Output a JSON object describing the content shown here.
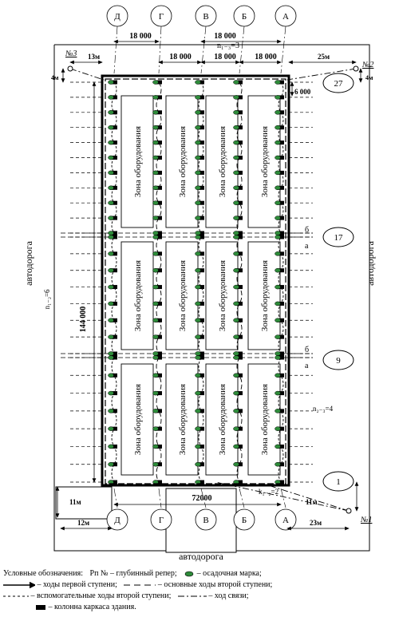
{
  "axes_top": [
    "Д",
    "Г",
    "В",
    "Б",
    "А"
  ],
  "axes_bottom": [
    "Д",
    "Г",
    "В",
    "Б",
    "А"
  ],
  "bay_dim_upper": [
    "18 000",
    "18 000"
  ],
  "bay_dim_lower": [
    "18 000",
    "18 000",
    "18 000"
  ],
  "n_top": "n₁₋₃=3",
  "n_left": "n₁₋₂=6",
  "n_right": "n₂₋₃=4",
  "k_label": "k₁₋₂=2",
  "length_dim": "144 000",
  "width_dim": "72000",
  "top_right_dim": "6 000",
  "zone_label": "Зона оборудования",
  "road_label": "автодорога",
  "row_markers": [
    "27",
    "17",
    "9",
    "1"
  ],
  "joint_labels": [
    "б",
    "а"
  ],
  "reper_labels": {
    "r3": "№3",
    "r2": "№2",
    "r1": "№1"
  },
  "dims": {
    "d13": "13м",
    "d25": "25м",
    "d4l": "4м",
    "d4r": "4м",
    "d11l": "11м",
    "d11r": "11м",
    "d12": "12м",
    "d23": "23м"
  },
  "legend": {
    "title": "Условные обозначения:",
    "reper": "Рп № – глубинный репер;",
    "mark": "– осадочная марка;",
    "first_stage": "– ходы первой ступени;",
    "second_main": "– основные ходы второй ступени;",
    "second_aux": "– вспомогательные ходы второй ступени;",
    "link": "– ход связи;",
    "column": "– колонна каркаса здания."
  },
  "colors": {
    "mark": "#2e8b3a",
    "line": "#000000"
  }
}
